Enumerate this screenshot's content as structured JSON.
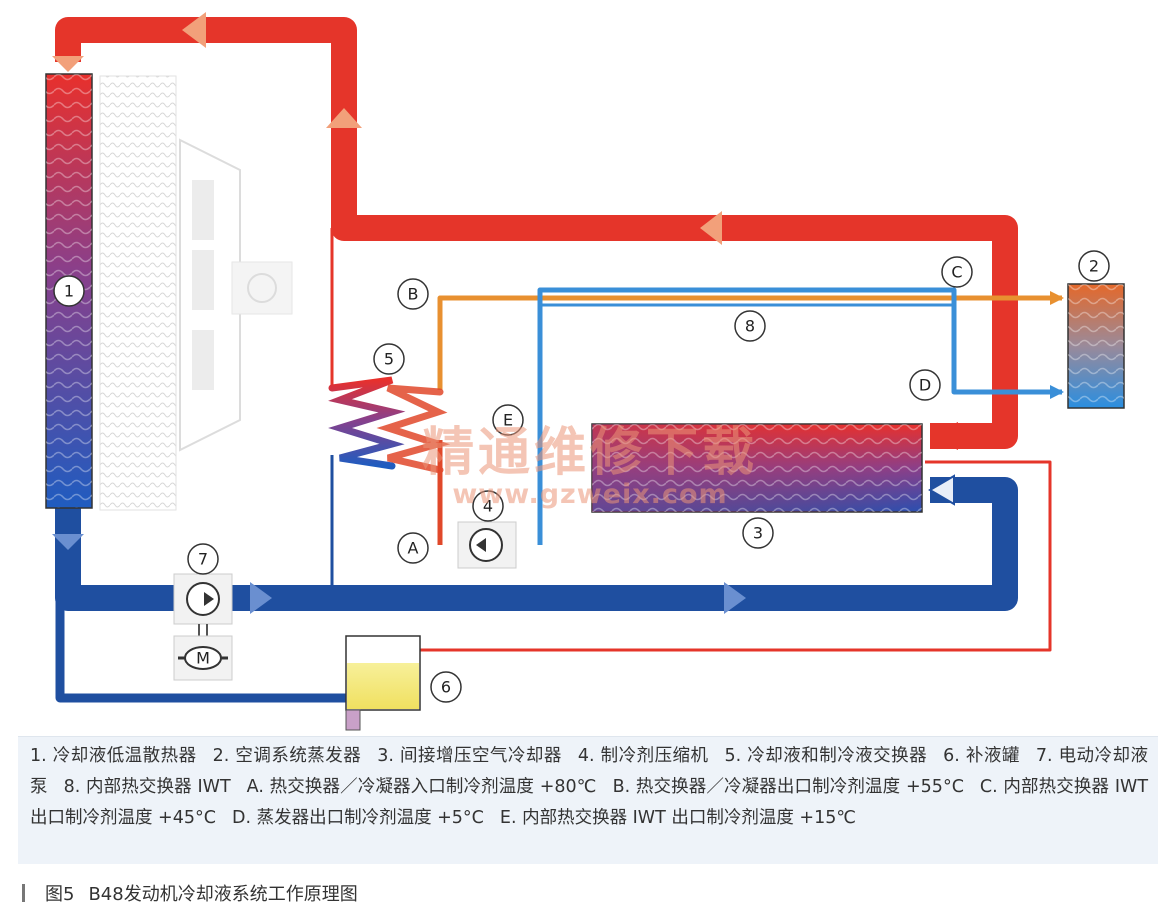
{
  "diagram": {
    "component_numbers": [
      "1",
      "2",
      "3",
      "4",
      "5",
      "6",
      "7",
      "8"
    ],
    "point_letters": [
      "A",
      "B",
      "C",
      "D",
      "E"
    ],
    "motor_label": "M"
  },
  "legend": {
    "items": [
      "1. 冷却液低温散热器",
      "2. 空调系统蒸发器",
      "3. 间接增压空气冷却器",
      "4. 制冷剂压缩机",
      "5. 冷却液和制冷液交换器",
      "6. 补液罐",
      "7. 电动冷却液泵",
      "8. 内部热交换器 IWT",
      "A. 热交换器／冷凝器入口制冷剂温度 +80℃",
      "B. 热交换器／冷凝器出口制冷剂温度 +55°C",
      "C. 内部热交换器 IWT 出口制冷剂温度 +45°C",
      "D. 蒸发器出口制冷剂温度 +5°C",
      "E. 内部热交换器 IWT 出口制冷剂温度 +15℃"
    ]
  },
  "caption": {
    "number": "图5",
    "title": "B48发动机冷却液系统工作原理图"
  },
  "watermark": {
    "line1": "精通维修下载",
    "line2": "www.gzweix.com"
  },
  "colors": {
    "hot_coolant": "#e5352a",
    "cold_coolant": "#1f4fa0",
    "refrigerant_hot": "#e0482a",
    "refrigerant_warm": "#e89030",
    "refrigerant_cold": "#3a8fd8"
  }
}
